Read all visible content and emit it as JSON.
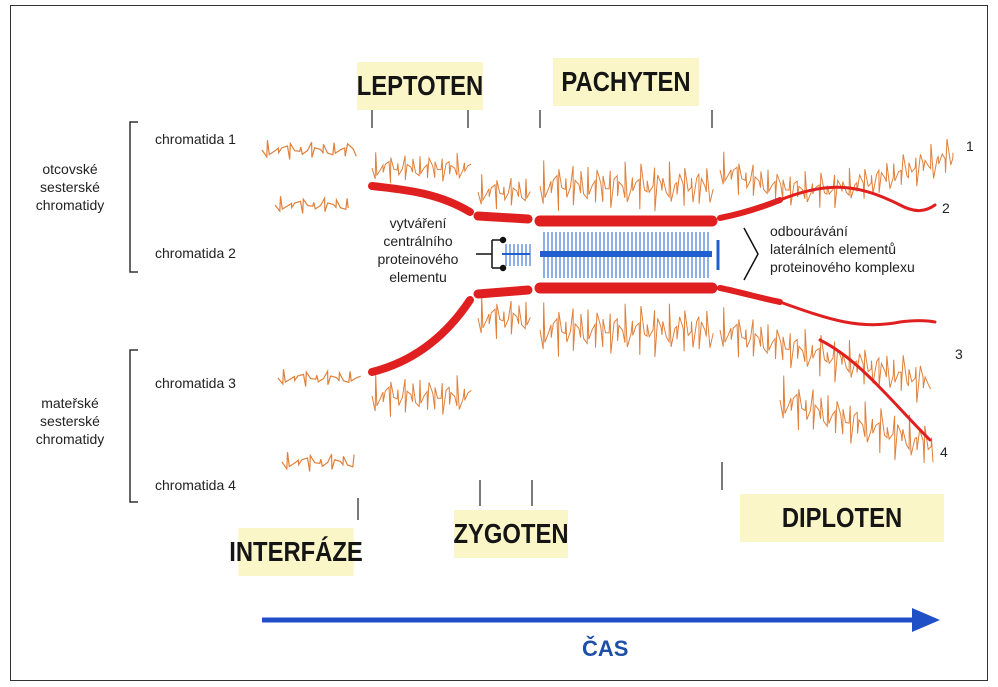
{
  "stages": {
    "leptoten": "LEPTOTEN",
    "pachyten": "PACHYTEN",
    "interfaze": "INTERFÁZE",
    "zygoten": "ZYGOTEN",
    "diploten": "DIPLOTEN"
  },
  "groups": {
    "paternal": [
      "otcovské",
      "sesterské",
      "chromatidy"
    ],
    "maternal": [
      "mateřské",
      "sesterské",
      "chromatidy"
    ]
  },
  "chromatids": [
    "chromatida 1",
    "chromatida 2",
    "chromatida 3",
    "chromatida 4"
  ],
  "annotations": {
    "formation": [
      "vytváření",
      "centrálního",
      "proteinového",
      "elementu"
    ],
    "degradation": [
      "odbourávání",
      "laterálních elementů",
      "proteinového komplexu"
    ]
  },
  "numbers": [
    "1",
    "2",
    "3",
    "4"
  ],
  "time_axis": "ČAS",
  "colors": {
    "chromatin": "#e0803a",
    "lateral_element": "#e02020",
    "central_element": "#1f5fd0",
    "arrow": "#1f50c8",
    "stage_box": "#fbf6c8"
  }
}
